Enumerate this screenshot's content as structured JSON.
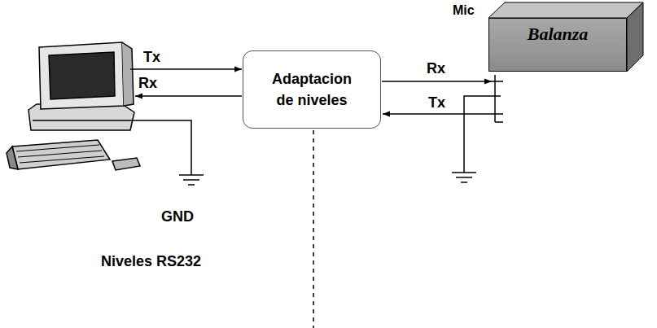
{
  "diagram": {
    "nodes": [
      {
        "text": [
          "Adaptacion de niveles"
        ]
      },
      {
        "text": [
          "Balanza"
        ]
      }
    ],
    "labels": [
      "Tx",
      "Rx",
      "GND",
      "Niveles RS232",
      "Rx",
      "Tx",
      "Mic"
    ]
  }
}
